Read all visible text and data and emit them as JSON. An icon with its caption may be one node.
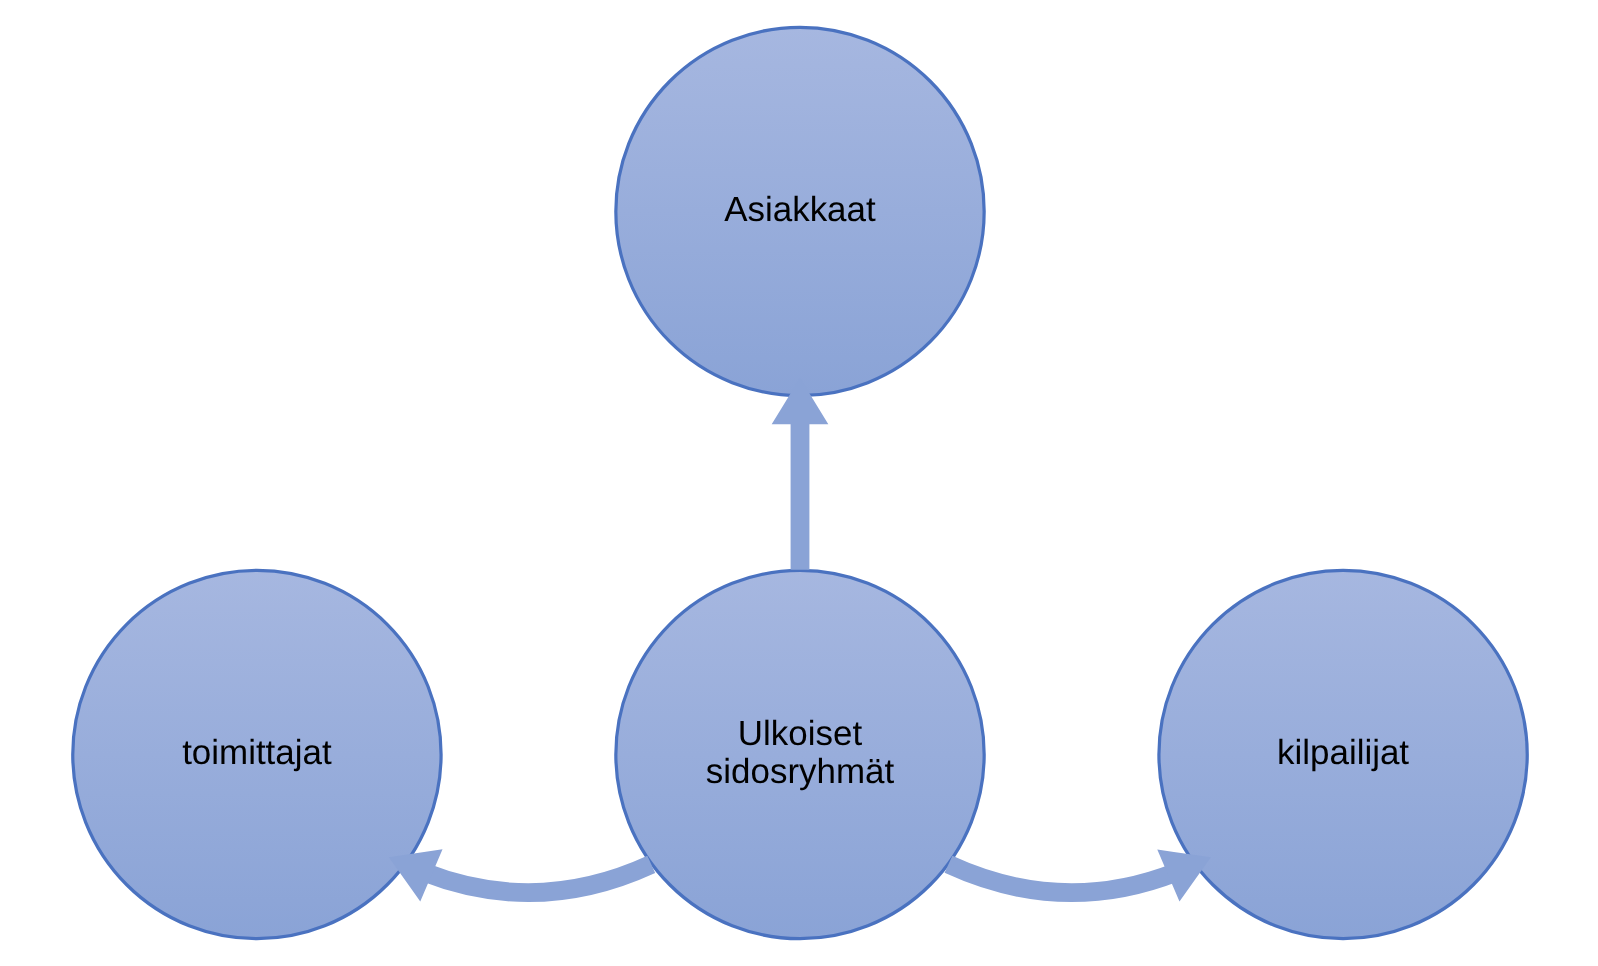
{
  "diagram": {
    "nodes": [
      {
        "text": [
          "Asiakkaat"
        ]
      },
      {
        "text": [
          "toimittajat"
        ]
      },
      {
        "text": [
          "Ulkoiset sidosryhmät"
        ]
      },
      {
        "text": [
          "kilpailijat"
        ]
      }
    ],
    "edges": [
      {
        "from": 2,
        "to": 0,
        "arrow": "to"
      },
      {
        "from": 2,
        "to": 1,
        "arrow": "to"
      },
      {
        "from": 2,
        "to": 3,
        "arrow": "to"
      }
    ]
  }
}
